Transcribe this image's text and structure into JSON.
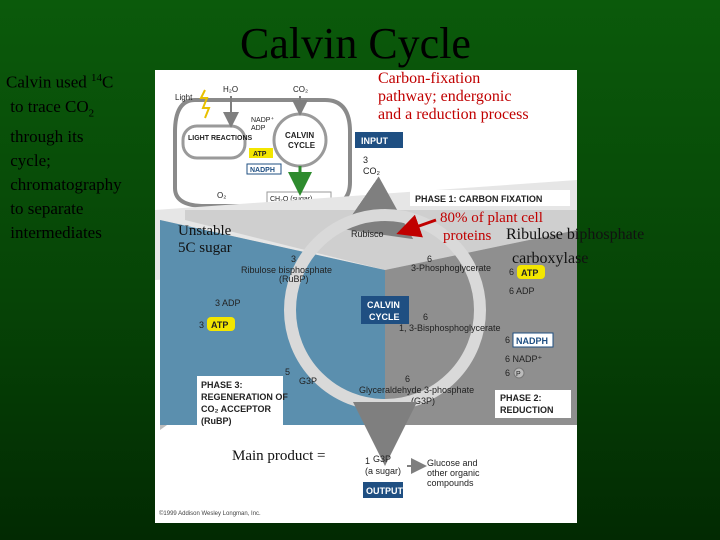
{
  "slide": {
    "title": "Calvin Cycle",
    "left_notes": {
      "line1_pre": "Calvin used ",
      "line1_sup": "14",
      "line1_post": "C",
      "line2_pre": "to trace CO",
      "line2_sub": "2",
      "line3": "through its",
      "line4": "cycle;",
      "line5": "chromatography",
      "line6": "to separate",
      "line7": "intermediates"
    },
    "annotations": {
      "carbon_fixation": [
        "Carbon-fixation",
        "pathway; endergonic",
        "and a reduction process"
      ],
      "unstable": [
        "Unstable",
        "5C sugar"
      ],
      "plant_cell_1": "80% of plant cell",
      "plant_cell_2": "proteins",
      "rubisco_1": "Ribulose biphosphate",
      "rubisco_2": "carboxylase",
      "main_product": "Main product ="
    }
  },
  "figure": {
    "overview": {
      "light": "Light",
      "h2o": "H₂O",
      "co2": "CO₂",
      "nadp": "NADP⁺",
      "adp": "ADP",
      "light_reactions": "LIGHT REACTIONS",
      "atp": "ATP",
      "nadph": "NADPH",
      "calvin_cycle_1": "CALVIN",
      "calvin_cycle_2": "CYCLE",
      "o2": "O₂",
      "ch2o": "CH₂O (sugar)"
    },
    "input": {
      "label": "INPUT",
      "count": "3",
      "molecule": "CO₂"
    },
    "phases": {
      "phase1": "PHASE 1: CARBON FIXATION",
      "phase2_1": "PHASE 2:",
      "phase2_2": "REDUCTION",
      "phase3_1": "PHASE 3:",
      "phase3_2": "REGENERATION OF",
      "phase3_3": "CO₂ ACCEPTOR",
      "phase3_4": "(RuBP)"
    },
    "center": {
      "line1": "CALVIN",
      "line2": "CYCLE"
    },
    "molecules": {
      "rubisco": "Rubisco",
      "rubp_count": "3",
      "rubp_1": "Ribulose bisphosphate",
      "rubp_2": "(RuBP)",
      "pga_count": "6",
      "pga": "3-Phosphoglycerate",
      "atp6_count": "6",
      "atp": "ATP",
      "adp6": "6 ADP",
      "bpg_count": "6",
      "bpg": "1, 3-Bisphosphoglycerate",
      "nadph_count": "6",
      "nadph": "NADPH",
      "nadp6": "6 NADP⁺",
      "pi6": "6",
      "pi": "P",
      "g3p6_count": "6",
      "g3p6_1": "Glyceraldehyde 3-phosphate",
      "g3p6_2": "(G3P)",
      "g3p5_count": "5",
      "g3p5": "G3P",
      "adp3": "3 ADP",
      "atp3_count": "3",
      "g3p_out_count": "1",
      "g3p_out_1": "G3P",
      "g3p_out_2": "(a sugar)",
      "output": "OUTPUT",
      "glucose_1": "Glucose and",
      "glucose_2": "other organic",
      "glucose_3": "compounds"
    },
    "copyright": "©1999 Addison Wesley Longman, Inc."
  },
  "colors": {
    "background": "#0b5a0b",
    "annotation_red": "#c00000",
    "phase_fill": "#c9c9c9",
    "label_blue": "#1f4f82",
    "atp_yellow": "#f3e600",
    "arrow_gray": "#9a9a9a"
  }
}
